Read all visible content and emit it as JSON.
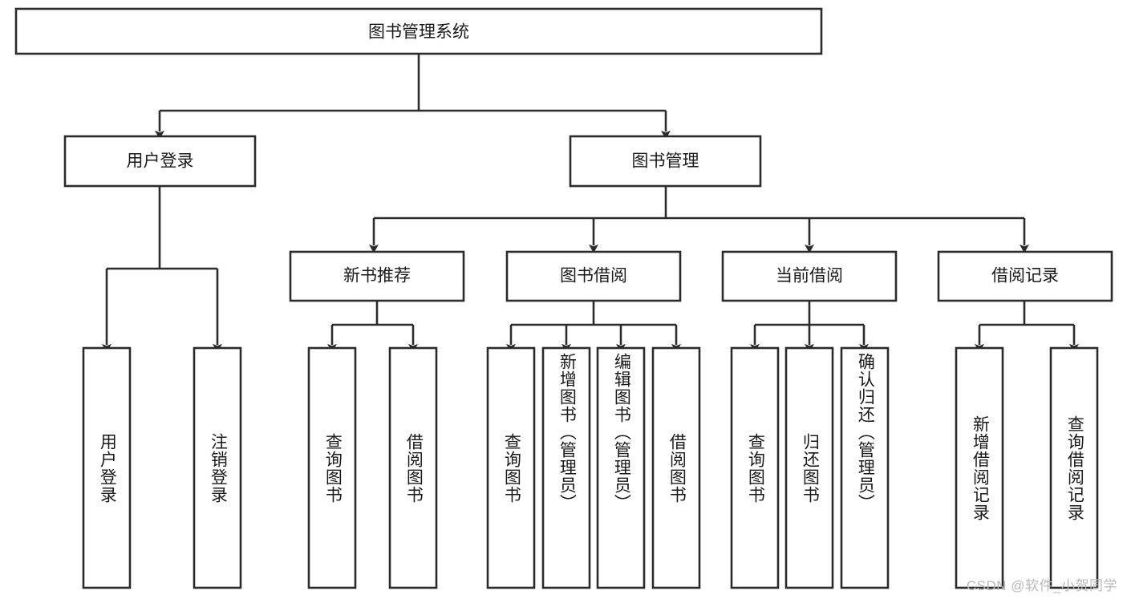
{
  "diagram": {
    "type": "hierarchy-tree",
    "title": "图书管理系统",
    "watermark": "CSDN @软件_小贺同学",
    "colors": {
      "stroke": "#2b2b2b",
      "fill": "#ffffff",
      "text": "#1a1a1a",
      "background": "#ffffff",
      "watermark": "#b9b9b9"
    },
    "root": {
      "label": "图书管理系统"
    },
    "level2": [
      {
        "label": "用户登录"
      },
      {
        "label": "图书管理"
      }
    ],
    "level3": [
      {
        "label": "新书推荐"
      },
      {
        "label": "图书借阅"
      },
      {
        "label": "当前借阅"
      },
      {
        "label": "借阅记录"
      }
    ],
    "leaves": {
      "user_login": [
        {
          "label": "用户登录"
        },
        {
          "label": "注销登录"
        }
      ],
      "new_book_recommend": [
        {
          "label": "查询图书"
        },
        {
          "label": "借阅图书"
        }
      ],
      "book_borrow": [
        {
          "label": "查询图书"
        },
        {
          "label": "新增图书（管理员）"
        },
        {
          "label": "编辑图书（管理员）"
        },
        {
          "label": "借阅图书"
        }
      ],
      "current_borrow": [
        {
          "label": "查询图书"
        },
        {
          "label": "归还图书"
        },
        {
          "label": "确认归还（管理员）"
        }
      ],
      "borrow_records": [
        {
          "label": "新增借阅记录"
        },
        {
          "label": "查询借阅记录"
        }
      ]
    }
  }
}
